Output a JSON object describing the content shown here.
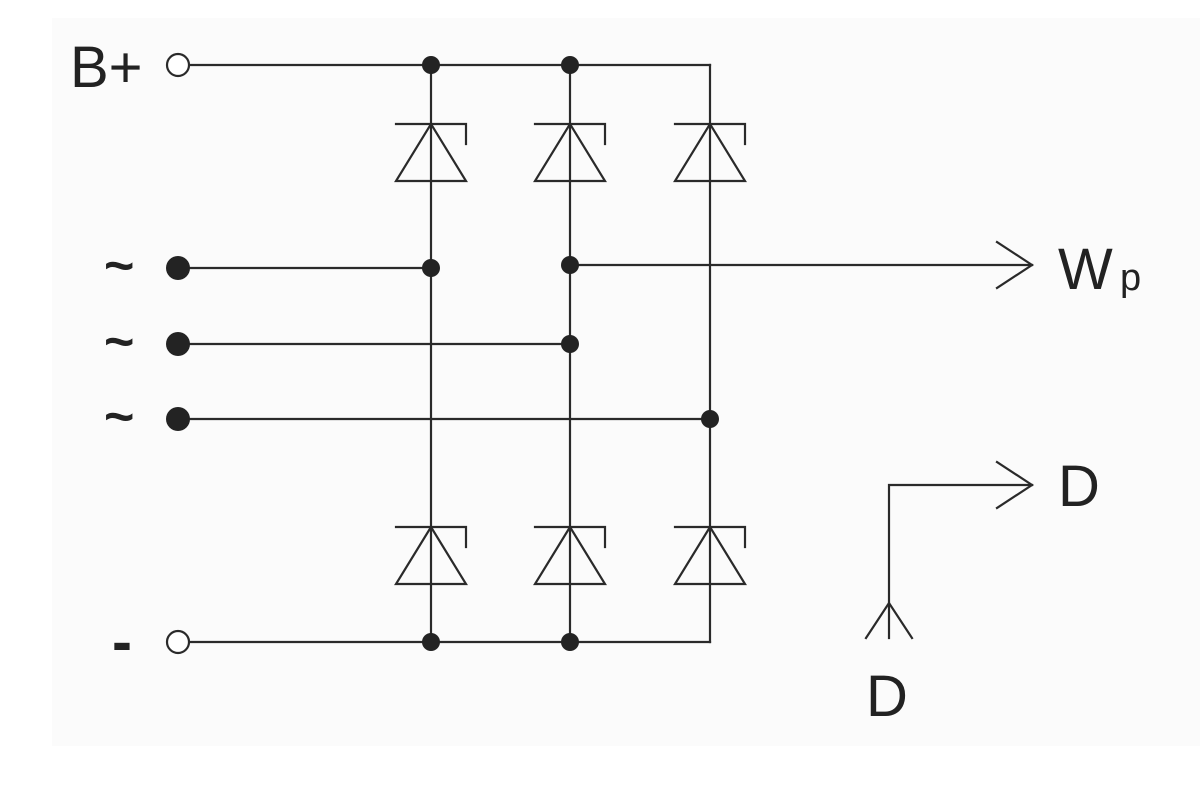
{
  "terminals": {
    "positive": "B+",
    "negative": "-",
    "phases": [
      "~",
      "~",
      "~"
    ]
  },
  "outputs": {
    "wp_main": "W",
    "wp_sub": "p",
    "d_out": "D",
    "d_in": "D"
  },
  "colors": {
    "line": "#2a2a2a",
    "node": "#232323",
    "background": "#fbfbfb"
  }
}
